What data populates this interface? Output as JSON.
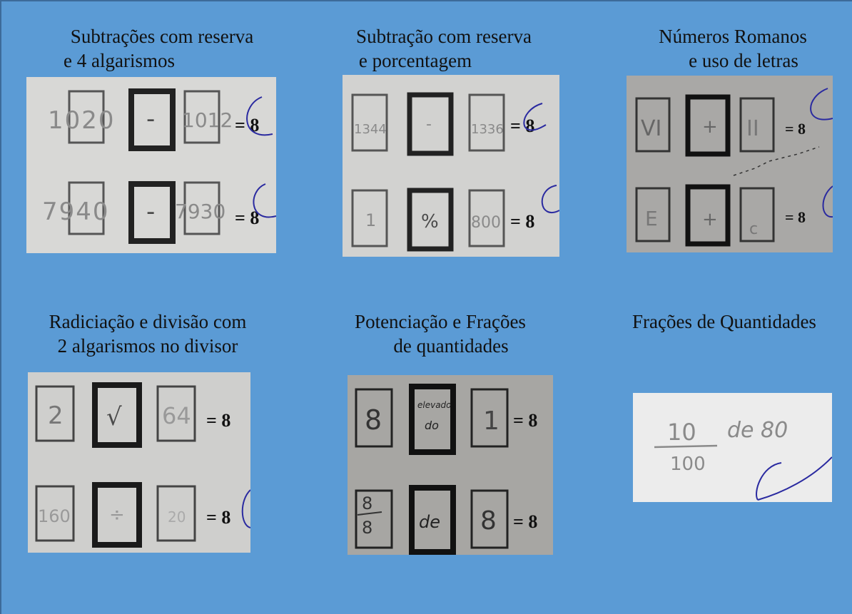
{
  "cards": [
    {
      "caption": [
        "Subtrações com reserva",
        "e 4 algarismos"
      ],
      "rows": [
        {
          "left": "1020",
          "op": "-",
          "right": "1012",
          "result": "= 8"
        },
        {
          "left": "7940",
          "op": "-",
          "right": "7930",
          "result": "= 8"
        }
      ]
    },
    {
      "caption": [
        "Subtração com reserva",
        "e porcentagem"
      ],
      "rows": [
        {
          "left": "1344",
          "op": "-",
          "right": "1336",
          "result": "= 8"
        },
        {
          "left": "1",
          "op": "%",
          "right": "800",
          "result": "= 8"
        }
      ]
    },
    {
      "caption": [
        "Números Romanos",
        "e uso de letras"
      ],
      "rows": [
        {
          "left": "VI",
          "op": "+",
          "right": "II",
          "result": "= 8"
        },
        {
          "left": "E",
          "op": "+",
          "right": "c",
          "result": "= 8"
        }
      ]
    },
    {
      "caption": [
        "Radiciação e divisão com",
        "2 algarismos no divisor"
      ],
      "rows": [
        {
          "left": "2",
          "op": "√",
          "right": "64",
          "result": "= 8"
        },
        {
          "left": "160",
          "op": "÷",
          "right": "20",
          "result": "= 8"
        }
      ]
    },
    {
      "caption": [
        "Potenciação e Frações",
        "de quantidades"
      ],
      "rows": [
        {
          "left": "8",
          "op_line1": "elevado",
          "op_line2": "do",
          "right": "1",
          "result": "= 8"
        },
        {
          "left_num": "8",
          "left_den": "8",
          "op": "de",
          "right": "8",
          "result": "= 8"
        }
      ]
    },
    {
      "caption": [
        "Frações de Quantidades"
      ],
      "fraction": {
        "numerator": "10",
        "denominator": "100",
        "text": "de 80"
      }
    }
  ]
}
